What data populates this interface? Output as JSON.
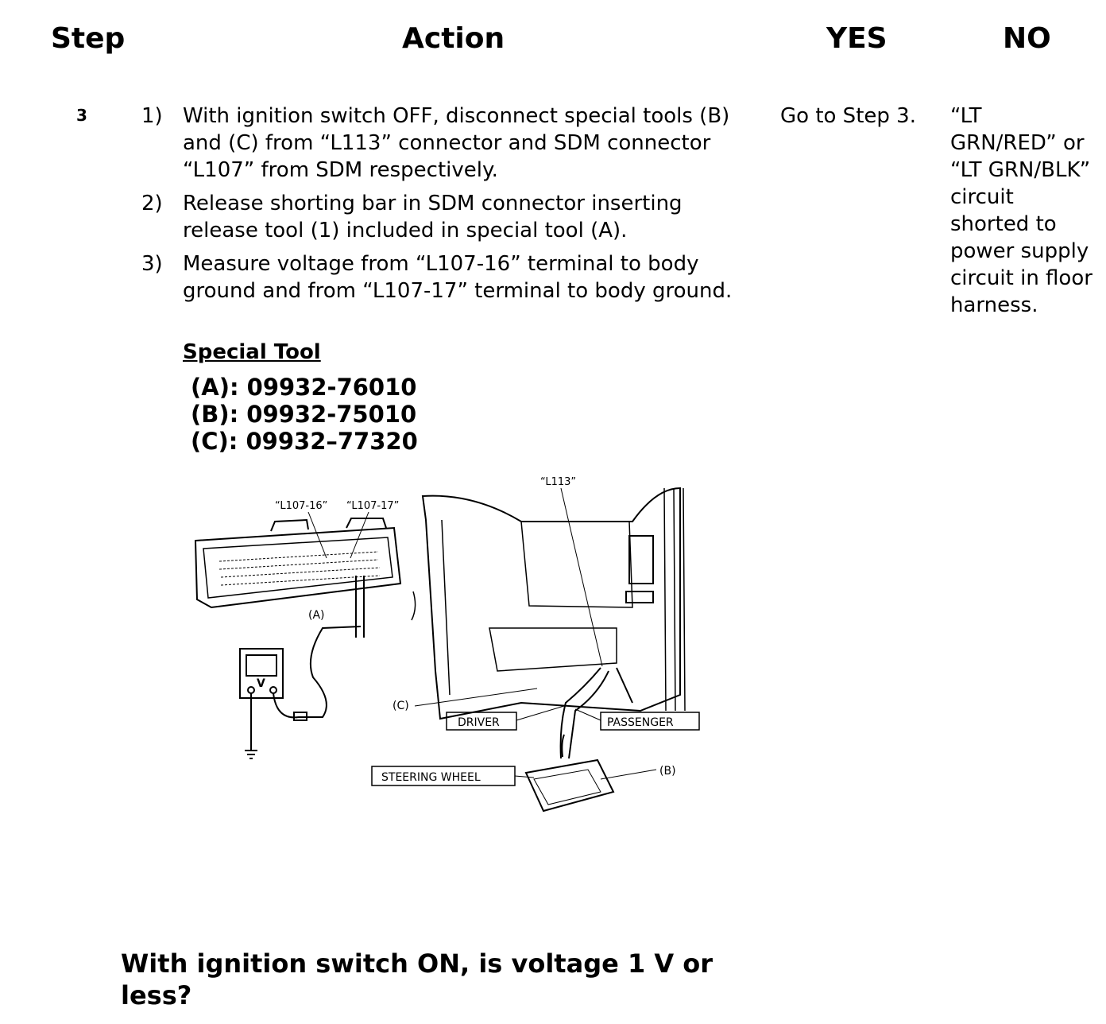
{
  "header": {
    "step": "Step",
    "action": "Action",
    "yes": "YES",
    "no": "NO"
  },
  "row": {
    "step_number": "3",
    "steps": [
      {
        "num": "1)",
        "text": "With ignition switch OFF, disconnect special tools (B) and (C) from “L113” connector and SDM connector “L107” from SDM respectively."
      },
      {
        "num": "2)",
        "text": "Release shorting bar in SDM connector inserting release tool (1) included in special tool (A)."
      },
      {
        "num": "3)",
        "text": "Measure voltage from “L107-16” terminal to body ground and from “L107-17” terminal to body ground."
      }
    ],
    "special_tool_title": "Special Tool",
    "tools": [
      "(A): 09932-76010",
      "(B): 09932-75010",
      "(C): 09932–77320"
    ],
    "yes_text": "Go to Step 3.",
    "no_text": "“LT GRN/RED” or “LT GRN/BLK” circuit shorted to power supply circuit in floor harness.",
    "question": "With ignition switch ON, is voltage 1 V or less?"
  },
  "diagram": {
    "labels": {
      "l107_16": "“L107-16”",
      "l107_17": "“L107-17”",
      "l113": "“L113”",
      "tool_a": "(A)",
      "tool_b": "(B)",
      "tool_c": "(C)",
      "voltmeter": "V",
      "driver": "DRIVER",
      "passenger": "PASSENGER",
      "steering_wheel": "STEERING WHEEL"
    }
  }
}
